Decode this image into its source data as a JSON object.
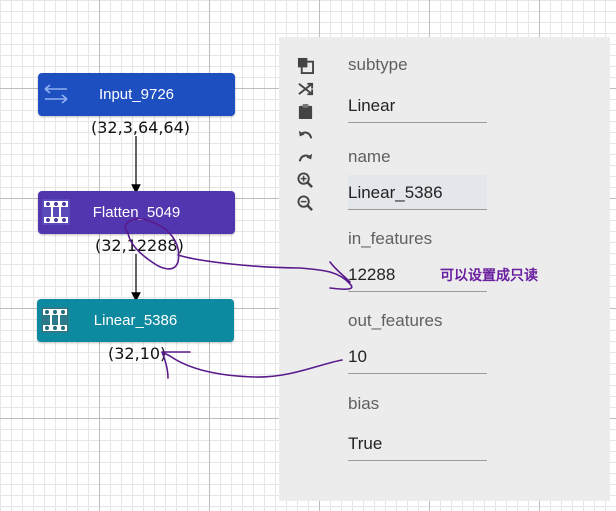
{
  "nodes": [
    {
      "label": "Input_9726",
      "shape": "(32,3,64,64)",
      "color": "#1d4fc0",
      "icon": "swap-arrows-icon"
    },
    {
      "label": "Flatten_5049",
      "shape": "(32,12288)",
      "color": "#5236b0",
      "icon": "layer-grid-icon"
    },
    {
      "label": "Linear_5386",
      "shape": "(32,10)",
      "color": "#0e8aa0",
      "icon": "layer-grid-icon"
    }
  ],
  "toolbar": [
    "copy-icon",
    "shuffle-icon",
    "paste-icon",
    "undo-icon",
    "redo-icon",
    "zoom-in-icon",
    "zoom-out-icon"
  ],
  "properties": {
    "subtype": {
      "label": "subtype",
      "value": "Linear"
    },
    "name": {
      "label": "name",
      "value": "Linear_5386"
    },
    "in_features": {
      "label": "in_features",
      "value": "12288"
    },
    "out_features": {
      "label": "out_features",
      "value": "10"
    },
    "bias": {
      "label": "bias",
      "value": "True"
    }
  },
  "annotation": {
    "text": "可以设置成只读",
    "color": "#6a1fa0"
  }
}
